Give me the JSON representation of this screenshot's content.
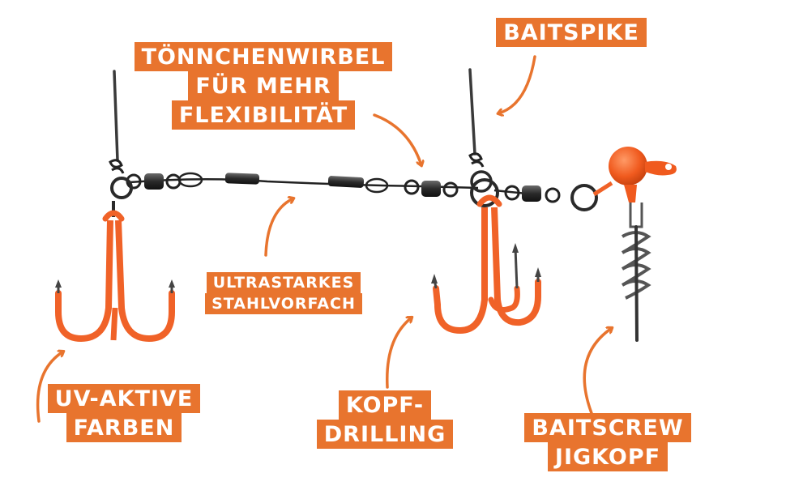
{
  "labels": {
    "swivel": [
      "TÖNNCHENWIRBEL",
      "FÜR MEHR",
      "FLEXIBILITÄT"
    ],
    "baitspike": [
      "BAITSPIKE"
    ],
    "leader": [
      "ULTRASTARKES",
      "STAHLVORFACH"
    ],
    "uv_colors": [
      "UV-AKTIVE",
      "FARBEN"
    ],
    "head_treble": [
      "KOPF-",
      "DRILLING"
    ],
    "baitscrew_jighead": [
      "BAITSCREW",
      "JIGKOPF"
    ]
  },
  "colors": {
    "accent": "#e8742e",
    "metal": "#2b2b2b",
    "hook": "#f06228",
    "text": "#ffffff"
  },
  "icons": [
    "curved-arrow-icon"
  ]
}
